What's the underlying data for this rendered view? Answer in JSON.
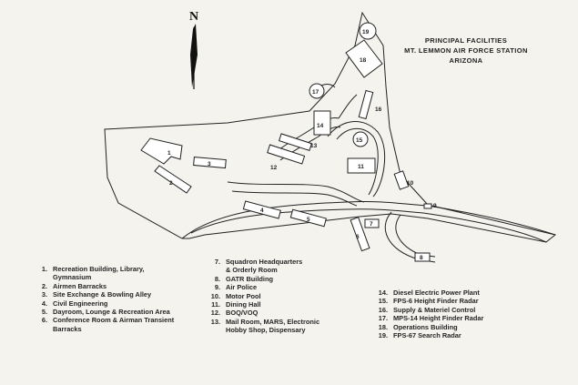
{
  "title": {
    "line1": "PRINCIPAL FACILITIES",
    "line2": "MT. LEMMON AIR FORCE STATION",
    "line3": "ARIZONA"
  },
  "north_label": "N",
  "map_labels": [
    "1",
    "2",
    "3",
    "4",
    "5",
    "6",
    "7",
    "8",
    "9",
    "10",
    "11",
    "12",
    "13",
    "14",
    "15",
    "16",
    "17",
    "18",
    "19"
  ],
  "legend": [
    {
      "num": "1.",
      "text": "Recreation Building, Library,\nGymnasium"
    },
    {
      "num": "2.",
      "text": "Airmen Barracks"
    },
    {
      "num": "3.",
      "text": "Site Exchange & Bowling Alley"
    },
    {
      "num": "4.",
      "text": "Civil Engineering"
    },
    {
      "num": "5.",
      "text": "Dayroom, Lounge & Recreation Area"
    },
    {
      "num": "6.",
      "text": "Conference Room & Airman Transient\nBarracks"
    },
    {
      "num": "7.",
      "text": "Squadron Headquarters\n& Orderly Room"
    },
    {
      "num": "8.",
      "text": "GATR Building"
    },
    {
      "num": "9.",
      "text": "Air Police"
    },
    {
      "num": "10.",
      "text": "Motor Pool"
    },
    {
      "num": "11.",
      "text": "Dining Hall"
    },
    {
      "num": "12.",
      "text": "BOQ/VOQ"
    },
    {
      "num": "13.",
      "text": "Mail Room, MARS, Electronic\nHobby Shop, Dispensary"
    },
    {
      "num": "14.",
      "text": "Diesel Electric Power Plant"
    },
    {
      "num": "15.",
      "text": "FPS-6 Height Finder Radar"
    },
    {
      "num": "16.",
      "text": "Supply & Materiel Control"
    },
    {
      "num": "17.",
      "text": "MPS-14 Height Finder Radar"
    },
    {
      "num": "18.",
      "text": "Operations Building"
    },
    {
      "num": "19.",
      "text": "FPS-67 Search Radar"
    }
  ]
}
